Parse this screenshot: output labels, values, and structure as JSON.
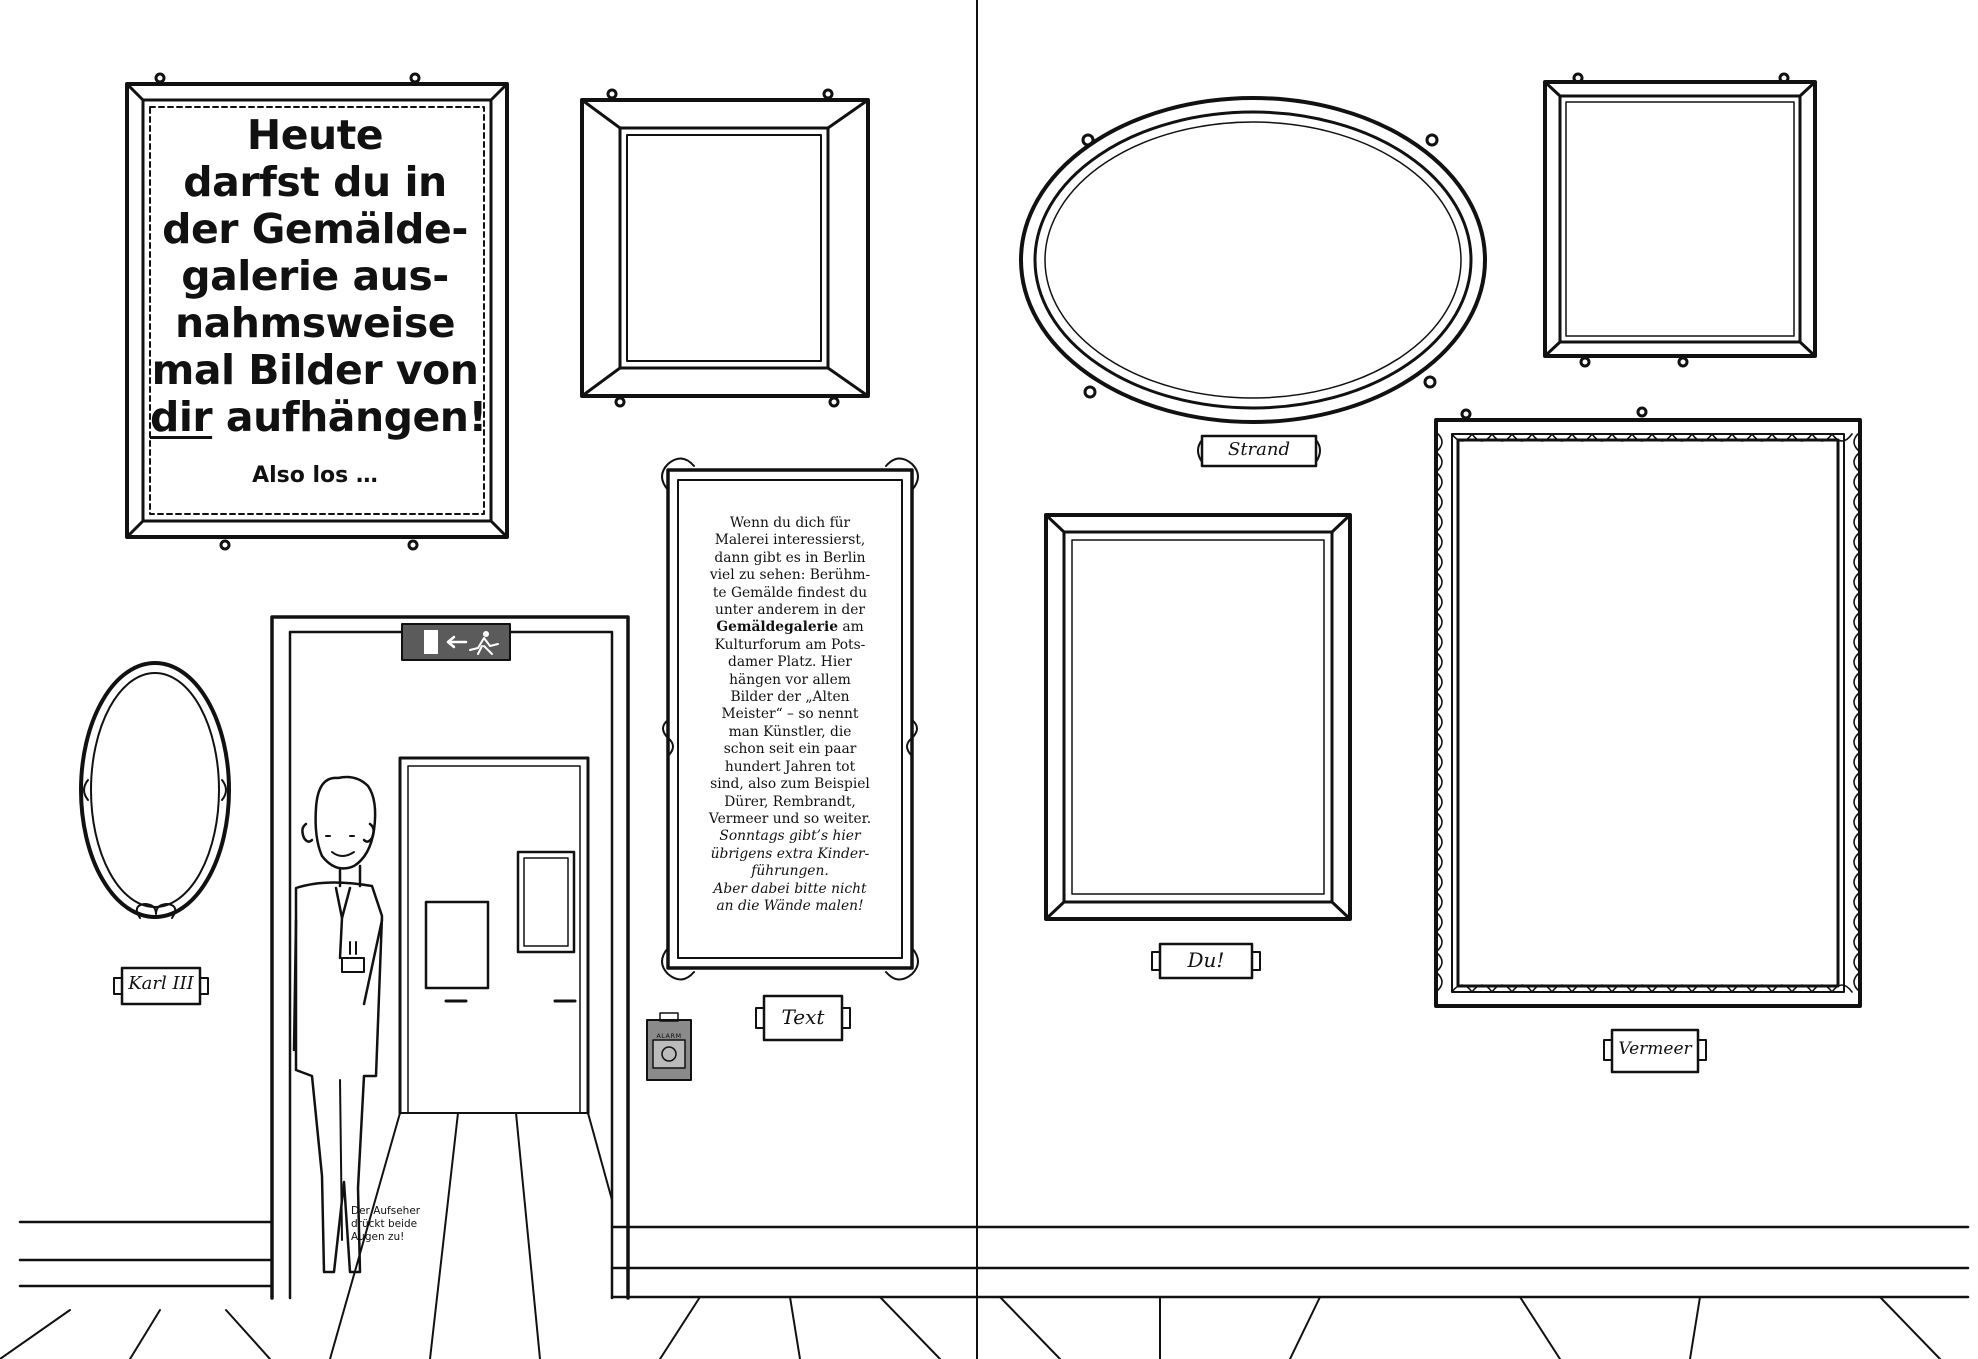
{
  "headline": {
    "lines": [
      "Heute",
      "darfst du in",
      "der Gemälde-",
      "galerie aus-",
      "nahmsweise",
      "mal Bilder von"
    ],
    "last_line_underlined": "dir",
    "last_line_rest": " aufhängen!"
  },
  "subline": "Also los …",
  "info": {
    "lines": [
      "Wenn du dich für",
      "Malerei interessierst,",
      "dann gibt es in Berlin",
      "viel zu sehen: Berühm-",
      "te Gemälde findest du",
      "unter anderem in der"
    ],
    "bold_word": "Gemäldegalerie",
    "bold_line_rest": " am",
    "lines_after": [
      "Kulturforum am Pots-",
      "damer Platz. Hier",
      "hängen vor allem",
      "Bilder der „Alten",
      "Meister“ – so nennt",
      "man Künstler, die",
      "schon seit ein paar",
      "hundert Jahren tot",
      "sind, also zum Beispiel",
      "Dürer, Rembrandt,",
      "Vermeer und so weiter."
    ],
    "italic_lines": [
      "Sonntags gibt’s hier",
      "übrigens extra Kinder-",
      "führungen.",
      "Aber dabei bitte nicht",
      "an die Wände malen!"
    ]
  },
  "plaques": {
    "karl": "Karl III",
    "text": "Text",
    "strand": "Strand",
    "du": "Du!",
    "vermeer": "Vermeer"
  },
  "guard_caption": [
    "Der Aufseher",
    "drückt beide",
    "Augen zu!"
  ],
  "alarm_label": "ALARM",
  "colors": {
    "ink": "#111111",
    "exit_sign": "#5b5b5b",
    "alarm_box": "#8a8a8a"
  }
}
